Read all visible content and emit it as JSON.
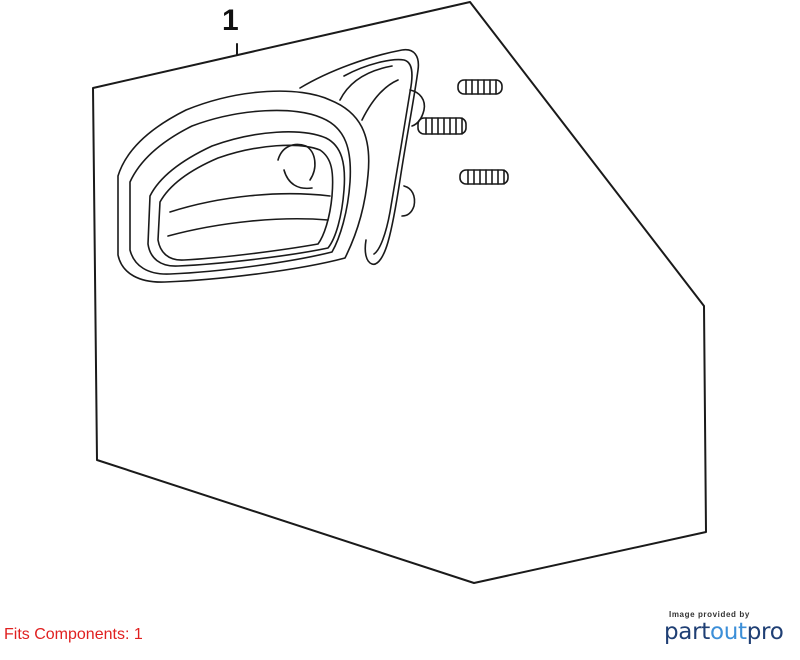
{
  "diagram": {
    "callout_number": "1"
  },
  "footer": {
    "fits_text": "Fits Components: 1",
    "credit_small": "Image provided by",
    "logo_part": "part",
    "logo_out": "out",
    "logo_pro": "pro"
  },
  "colors": {
    "line": "#1a1a1a",
    "fits_text": "#e02020",
    "logo_dark": "#1f3f74",
    "logo_light": "#3c8fd8"
  },
  "icons": [
    "mirror-assembly-drawing",
    "stud-bolt-icon"
  ]
}
